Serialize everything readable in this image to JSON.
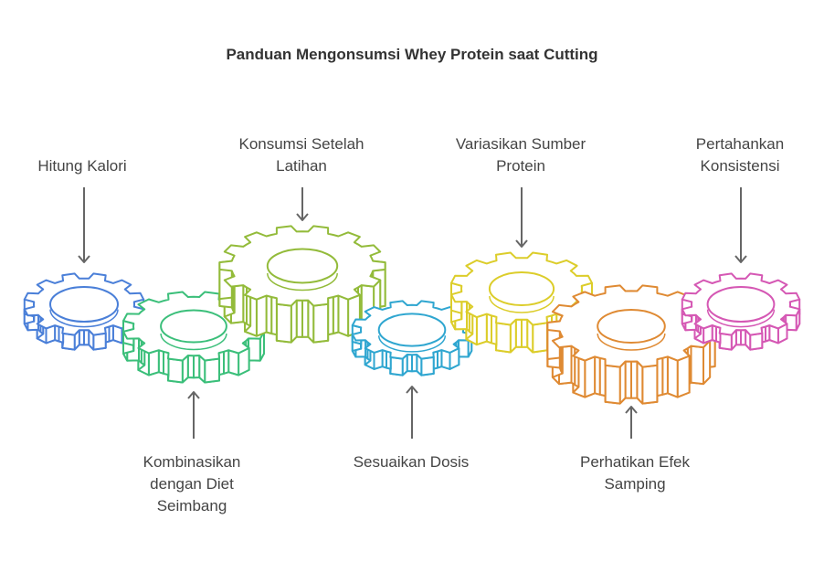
{
  "title": "Panduan Mengonsumsi Whey Protein saat Cutting",
  "steps": [
    {
      "label_lines": [
        "Hitung Kalori"
      ],
      "color": "#4a7fd8",
      "pointer": "top"
    },
    {
      "label_lines": [
        "Kombinasikan",
        "dengan Diet",
        "Seimbang"
      ],
      "color": "#3bbf7a",
      "pointer": "bottom"
    },
    {
      "label_lines": [
        "Konsumsi Setelah",
        "Latihan"
      ],
      "color": "#93bb3a",
      "pointer": "top"
    },
    {
      "label_lines": [
        "Sesuaikan Dosis"
      ],
      "color": "#2fa6d0",
      "pointer": "bottom"
    },
    {
      "label_lines": [
        "Variasikan Sumber",
        "Protein"
      ],
      "color": "#dccd2a",
      "pointer": "top"
    },
    {
      "label_lines": [
        "Perhatikan Efek",
        "Samping"
      ],
      "color": "#df8a33",
      "pointer": "bottom"
    },
    {
      "label_lines": [
        "Pertahankan",
        "Konsistensi"
      ],
      "color": "#d558b4",
      "pointer": "top"
    }
  ],
  "arrow_color": "#666666"
}
